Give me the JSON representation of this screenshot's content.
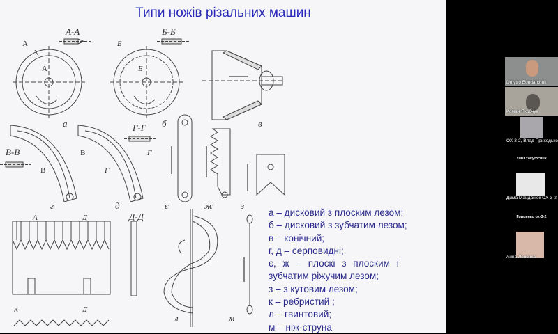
{
  "slide": {
    "title": "Типи ножів різальних машин",
    "figure_labels": {
      "a": "а",
      "b": "б",
      "v": "в",
      "g": "г",
      "d": "д",
      "ye": "є",
      "zh": "ж",
      "z": "з",
      "k": "к",
      "l": "л",
      "m": "м",
      "section_aa": "А-А",
      "section_bb": "Б-Б",
      "section_vv": "В-В",
      "section_gg": "Г-Г",
      "section_dd": "Д-Д",
      "mark_a": "А",
      "mark_b": "Б",
      "mark_v": "В",
      "mark_g": "Г",
      "mark_d": "Д"
    },
    "legend": [
      "а – дисковий з плоским лезом;",
      "б – дисковий з зубчатим лезом;",
      "в – конічний;",
      "г, д – серповидні;",
      "є,  ж  –  плоскі  з  плоским  і",
      "зубчатим ріжучим лезом;",
      "з – з кутовим лезом;",
      "к – ребристий ;",
      "л – гвинтовий;",
      "м – ніж-струна"
    ]
  },
  "participants": [
    {
      "name": "Dmytro Bondarchuk",
      "video": true
    },
    {
      "name": "Роман Якобчук",
      "video": true
    },
    {
      "name": "ОХ-3-2, Влад Приходько",
      "video": true
    },
    {
      "name": "Yurii Yakymchuk",
      "video": false
    },
    {
      "name": "Дима Майданюк ОХ-3-2",
      "video": true
    },
    {
      "name": "Гриценко ох-3-2",
      "video": false
    },
    {
      "name": "Анна Левонка",
      "video": true
    }
  ]
}
